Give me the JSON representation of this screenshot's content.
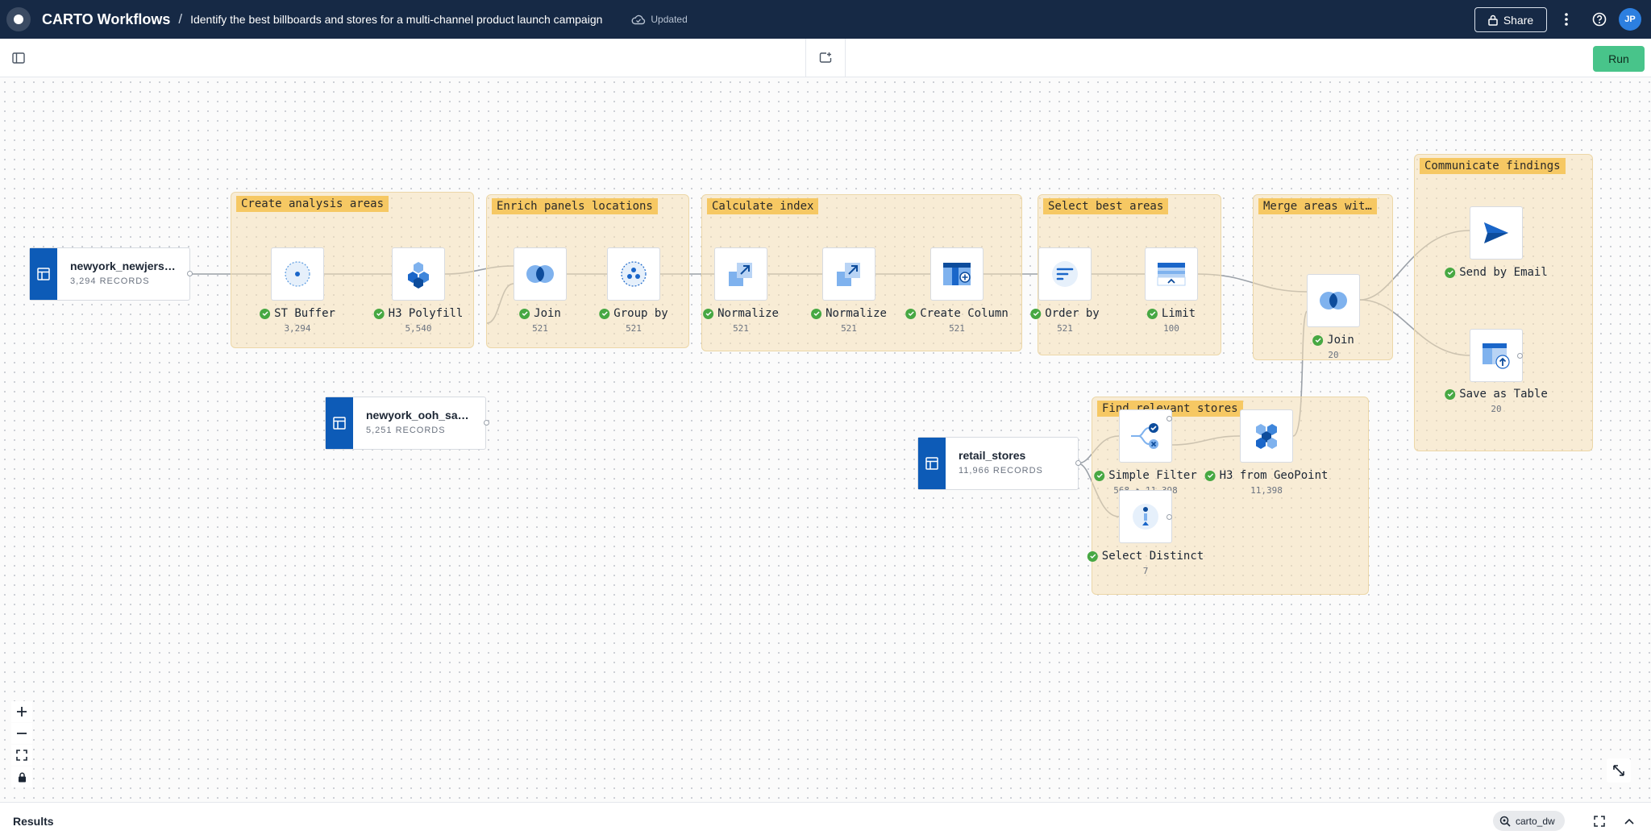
{
  "header": {
    "app_title": "CARTO Workflows",
    "separator": "/",
    "workflow_title": "Identify the best billboards and stores for a multi-channel product launch campaign",
    "save_status": "Updated",
    "share_label": "Share",
    "user_initials": "JP"
  },
  "toolbar": {
    "run_label": "Run"
  },
  "canvas": {
    "groups": {
      "create_analysis_areas": "Create analysis areas",
      "enrich_panels_locations": "Enrich panels locations",
      "calculate_index": "Calculate index",
      "select_best_areas": "Select best areas",
      "merge_areas": "Merge areas wit…",
      "communicate_findings": "Communicate findings",
      "find_relevant_stores": "Find relevant stores"
    },
    "sources": {
      "newyork_newjersey": {
        "name": "newyork_newjers…",
        "records": "3,294 RECORDS"
      },
      "newyork_ooh": {
        "name": "newyork_ooh_sa…",
        "records": "5,251 RECORDS"
      },
      "retail_stores": {
        "name": "retail_stores",
        "records": "11,966 RECORDS"
      }
    },
    "nodes": {
      "st_buffer": {
        "label": "ST Buffer",
        "count": "3,294"
      },
      "h3_polyfill": {
        "label": "H3 Polyfill",
        "count": "5,540"
      },
      "join1": {
        "label": "Join",
        "count": "521"
      },
      "group_by": {
        "label": "Group by",
        "count": "521"
      },
      "normalize1": {
        "label": "Normalize",
        "count": "521"
      },
      "normalize2": {
        "label": "Normalize",
        "count": "521"
      },
      "create_column": {
        "label": "Create Column",
        "count": "521"
      },
      "order_by": {
        "label": "Order by",
        "count": "521"
      },
      "limit": {
        "label": "Limit",
        "count": "100"
      },
      "join2": {
        "label": "Join",
        "count": "20"
      },
      "send_email": {
        "label": "Send by Email"
      },
      "save_table": {
        "label": "Save as Table",
        "count": "20"
      },
      "simple_filter": {
        "label": "Simple Filter",
        "count": "568 • 11,398"
      },
      "h3_geopoint": {
        "label": "H3 from GeoPoint",
        "count": "11,398"
      },
      "select_distinct": {
        "label": "Select Distinct",
        "count": "7"
      }
    }
  },
  "results": {
    "title": "Results",
    "connection": "carto_dw"
  },
  "colors": {
    "topbar": "#162945",
    "run": "#48c48a",
    "source_accent": "#0d5bb7",
    "group_label": "#f6c863",
    "ok": "#47a843"
  }
}
